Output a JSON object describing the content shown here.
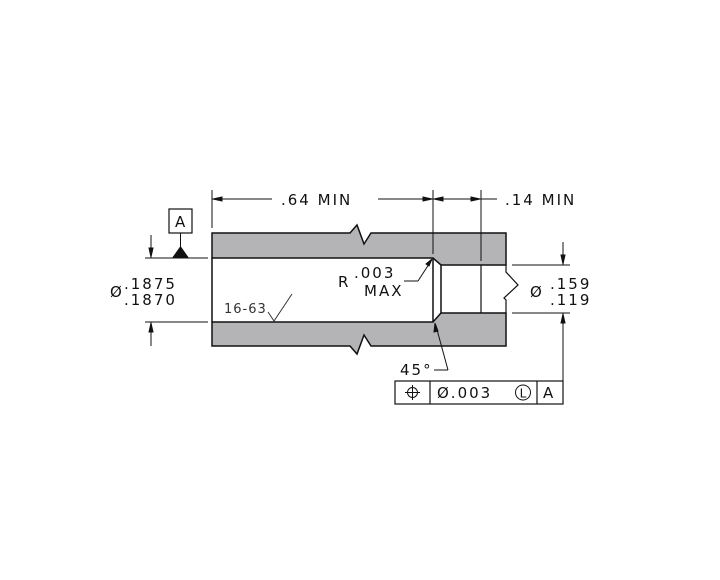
{
  "drawing": {
    "colors": {
      "material": "#b4b4b6",
      "line": "#111111",
      "background": "#ffffff"
    },
    "dimensions": {
      "length_main": ".64 MIN",
      "length_step": ".14 MIN",
      "bore_symbol": "Ø",
      "bore_upper": ".1875",
      "bore_lower": ".1870",
      "small_bore_symbol": "Ø",
      "small_bore_upper": ".159",
      "small_bore_lower": ".119"
    },
    "notes": {
      "radius_prefix": "R",
      "radius_value": ".003",
      "radius_suffix": "MAX",
      "chamfer_angle": "45°",
      "surface_finish": "16-63"
    },
    "datum": {
      "label": "A"
    },
    "feature_control_frame": {
      "symbol": "position-icon",
      "tolerance": "Ø.003",
      "modifier": "L",
      "datum_ref": "A"
    }
  }
}
